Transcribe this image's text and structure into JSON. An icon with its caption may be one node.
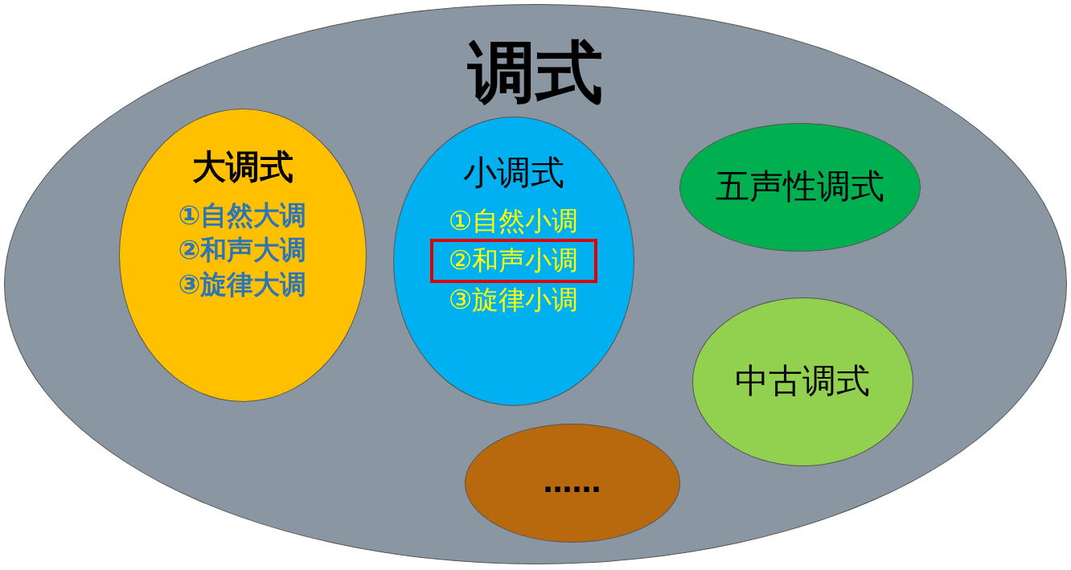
{
  "diagram": {
    "nodes": [
      {
        "text": [
          "调式"
        ]
      },
      {
        "text": [
          "大调式",
          "①自然大调",
          "②和声大调",
          "③旋律大调"
        ],
        "in": 0
      },
      {
        "text": [
          "小调式",
          "①自然小调",
          "③旋律小调"
        ],
        "in": 0
      },
      {
        "text": [
          "②和声小调"
        ],
        "in": 2
      },
      {
        "text": [
          "五声性调式"
        ],
        "in": 0
      },
      {
        "text": [
          "中古调式"
        ],
        "in": 0
      },
      {
        "text": [
          "……"
        ],
        "in": 0
      }
    ]
  }
}
